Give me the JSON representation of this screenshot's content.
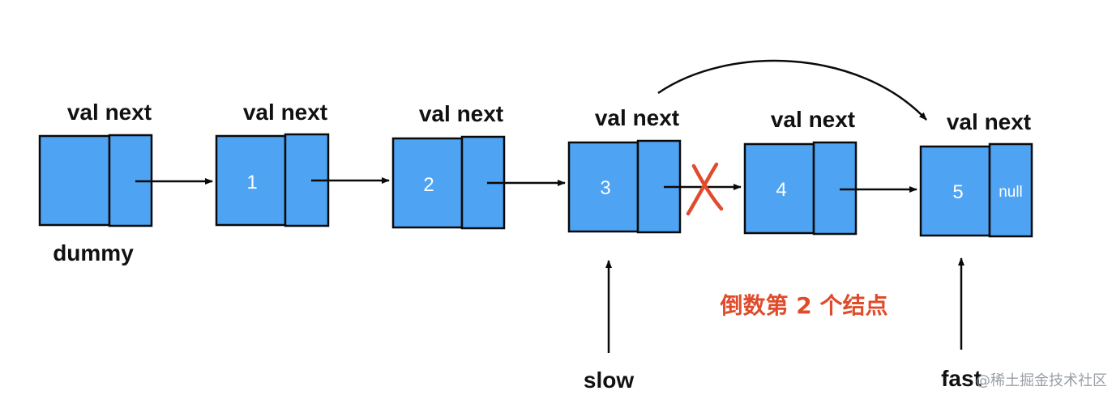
{
  "colors": {
    "node_fill": "#4ea3f2",
    "node_stroke": "#0a0a0a",
    "text": "#111111",
    "node_value": "#ffffff",
    "accent": "#e04b2b",
    "watermark": "#9aa0a6"
  },
  "nodes": [
    {
      "header": "val next",
      "value": "",
      "next": "",
      "below_label": "dummy"
    },
    {
      "header": "val next",
      "value": "1",
      "next": "",
      "below_label": ""
    },
    {
      "header": "val next",
      "value": "2",
      "next": "",
      "below_label": ""
    },
    {
      "header": "val next",
      "value": "3",
      "next": "",
      "below_label": ""
    },
    {
      "header": "val next",
      "value": "4",
      "next": "",
      "below_label": ""
    },
    {
      "header": "val next",
      "value": "5",
      "next": "null",
      "below_label": ""
    }
  ],
  "pointers": [
    {
      "label": "slow"
    },
    {
      "label": "fast"
    }
  ],
  "annotation": "倒数第 2 个结点",
  "watermark": "@稀土掘金技术社区"
}
